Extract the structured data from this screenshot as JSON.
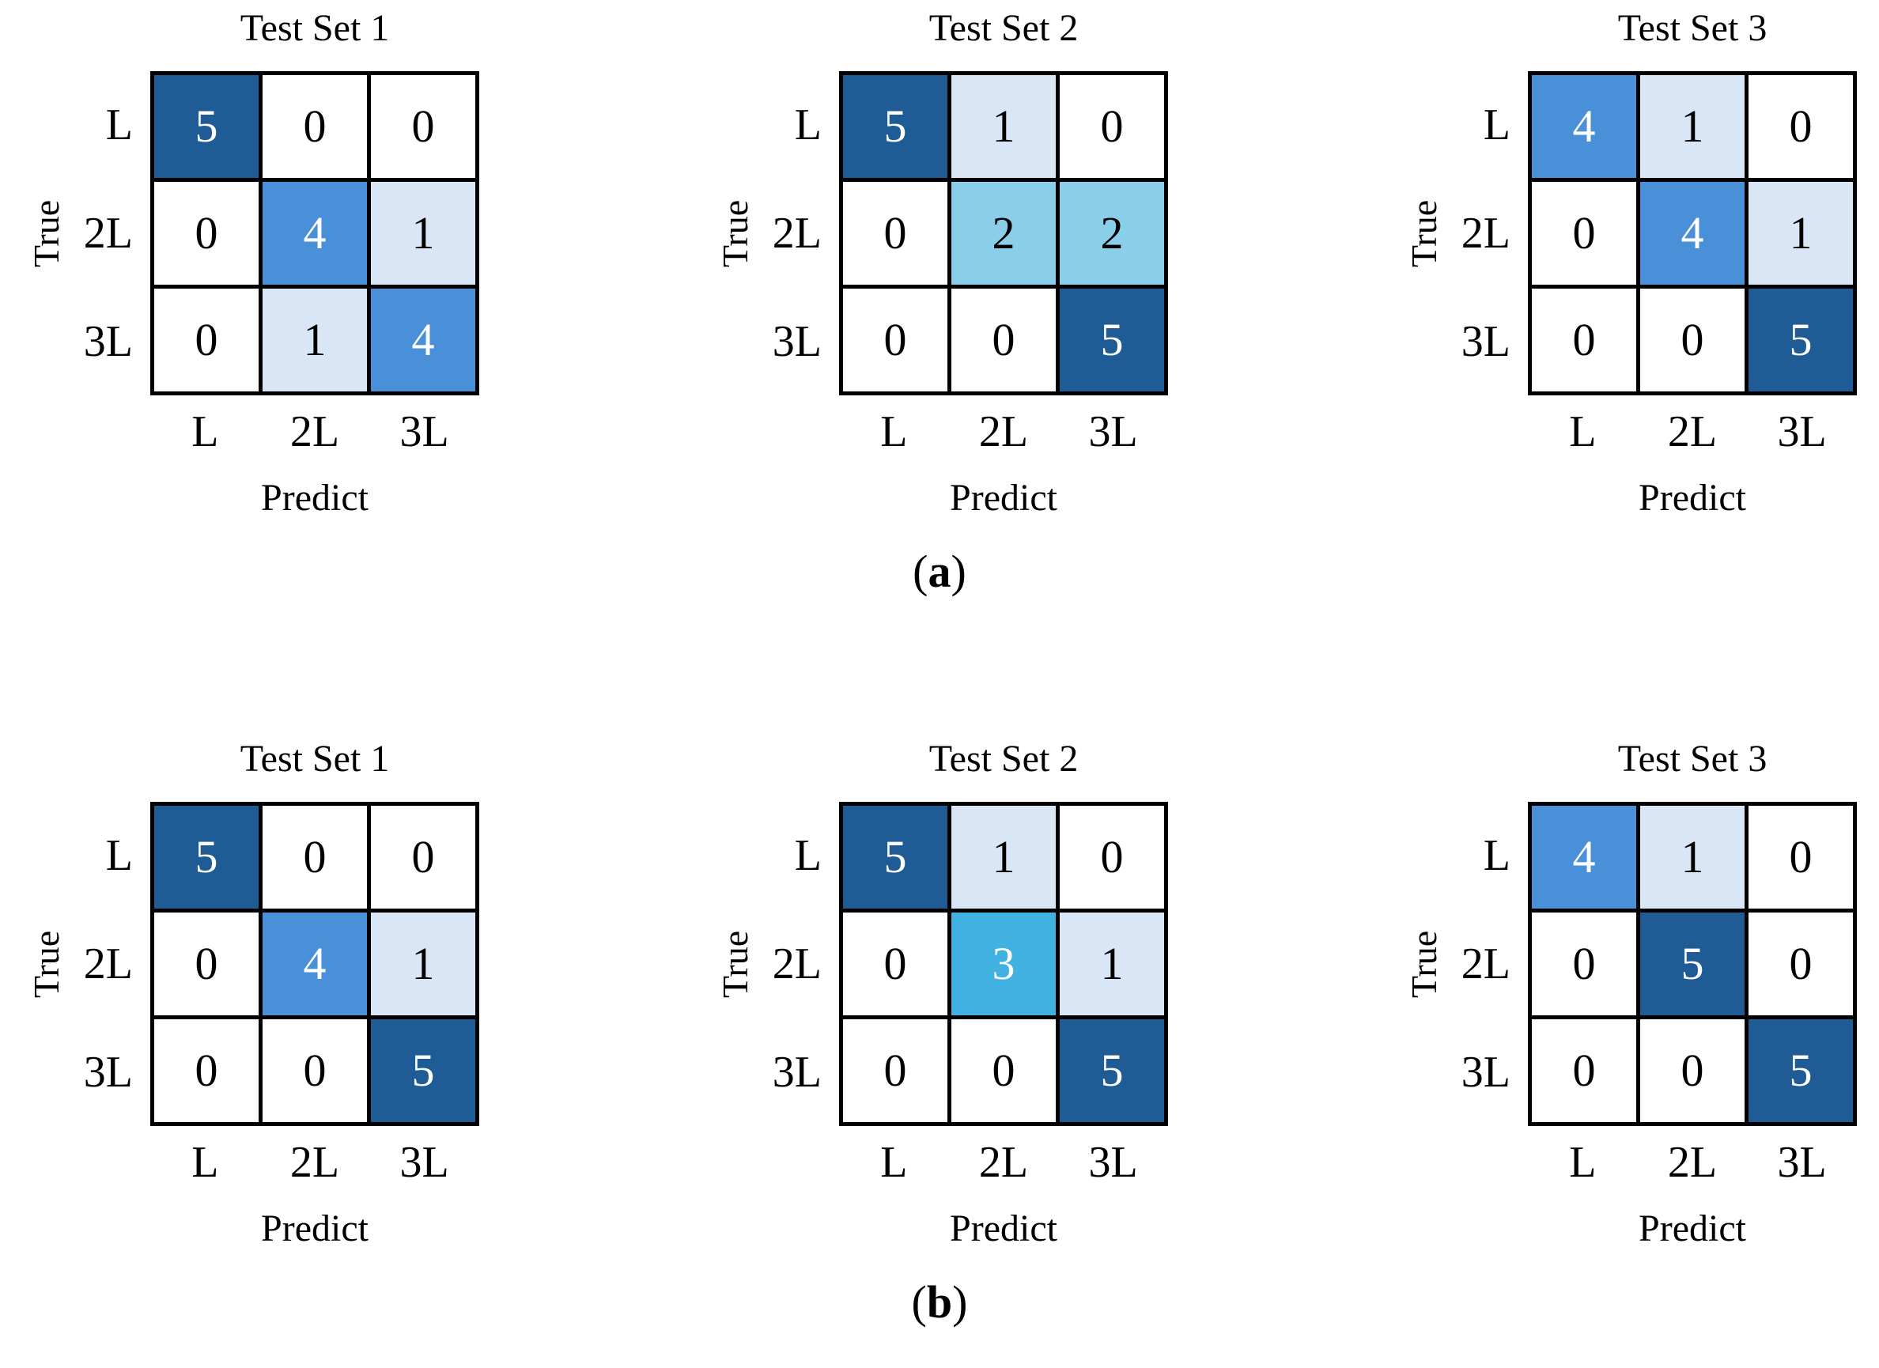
{
  "figure": {
    "background": "#ffffff",
    "grid_border_color": "#000000",
    "value_fill_colors": {
      "0": "#ffffff",
      "1": "#d9e6f5",
      "2": "#8aceea",
      "3": "#41b1e1",
      "4": "#4a90d8",
      "5": "#1f5c96"
    },
    "white_text_min_value": 3,
    "cell_text_dark": "#000000",
    "cell_text_light": "#ffffff"
  },
  "axes": {
    "x_label": "Predict",
    "y_label": "True",
    "classes": [
      "L",
      "2L",
      "3L"
    ]
  },
  "panels": [
    {
      "label": "a"
    },
    {
      "label": "b"
    }
  ],
  "chart_data": [
    {
      "type": "heatmap",
      "panel": "a",
      "title": "Test Set 1",
      "xlabel": "Predict",
      "ylabel": "True",
      "x_categories": [
        "L",
        "2L",
        "3L"
      ],
      "y_categories": [
        "L",
        "2L",
        "3L"
      ],
      "values": [
        [
          5,
          0,
          0
        ],
        [
          0,
          4,
          1
        ],
        [
          0,
          1,
          4
        ]
      ],
      "value_range": [
        0,
        5
      ],
      "grid": true,
      "legend": "none"
    },
    {
      "type": "heatmap",
      "panel": "a",
      "title": "Test Set 2",
      "xlabel": "Predict",
      "ylabel": "True",
      "x_categories": [
        "L",
        "2L",
        "3L"
      ],
      "y_categories": [
        "L",
        "2L",
        "3L"
      ],
      "values": [
        [
          5,
          1,
          0
        ],
        [
          0,
          2,
          2
        ],
        [
          0,
          0,
          5
        ]
      ],
      "value_range": [
        0,
        5
      ],
      "grid": true,
      "legend": "none"
    },
    {
      "type": "heatmap",
      "panel": "a",
      "title": "Test Set 3",
      "xlabel": "Predict",
      "ylabel": "True",
      "x_categories": [
        "L",
        "2L",
        "3L"
      ],
      "y_categories": [
        "L",
        "2L",
        "3L"
      ],
      "values": [
        [
          4,
          1,
          0
        ],
        [
          0,
          4,
          1
        ],
        [
          0,
          0,
          5
        ]
      ],
      "value_range": [
        0,
        5
      ],
      "grid": true,
      "legend": "none"
    },
    {
      "type": "heatmap",
      "panel": "b",
      "title": "Test Set 1",
      "xlabel": "Predict",
      "ylabel": "True",
      "x_categories": [
        "L",
        "2L",
        "3L"
      ],
      "y_categories": [
        "L",
        "2L",
        "3L"
      ],
      "values": [
        [
          5,
          0,
          0
        ],
        [
          0,
          4,
          1
        ],
        [
          0,
          0,
          5
        ]
      ],
      "value_range": [
        0,
        5
      ],
      "grid": true,
      "legend": "none"
    },
    {
      "type": "heatmap",
      "panel": "b",
      "title": "Test Set 2",
      "xlabel": "Predict",
      "ylabel": "True",
      "x_categories": [
        "L",
        "2L",
        "3L"
      ],
      "y_categories": [
        "L",
        "2L",
        "3L"
      ],
      "values": [
        [
          5,
          1,
          0
        ],
        [
          0,
          3,
          1
        ],
        [
          0,
          0,
          5
        ]
      ],
      "value_range": [
        0,
        5
      ],
      "grid": true,
      "legend": "none"
    },
    {
      "type": "heatmap",
      "panel": "b",
      "title": "Test Set 3",
      "xlabel": "Predict",
      "ylabel": "True",
      "x_categories": [
        "L",
        "2L",
        "3L"
      ],
      "y_categories": [
        "L",
        "2L",
        "3L"
      ],
      "values": [
        [
          4,
          1,
          0
        ],
        [
          0,
          5,
          0
        ],
        [
          0,
          0,
          5
        ]
      ],
      "value_range": [
        0,
        5
      ],
      "grid": true,
      "legend": "none"
    }
  ]
}
